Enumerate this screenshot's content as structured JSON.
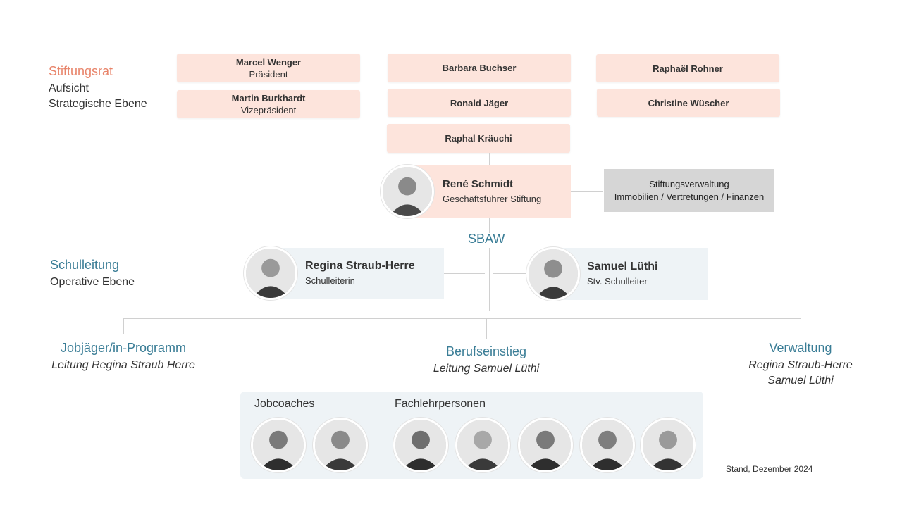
{
  "stiftungsrat": {
    "title": "Stiftungsrat",
    "sub1": "Aufsicht",
    "sub2": "Strategische Ebene",
    "title_color": "#e8846a"
  },
  "board": [
    {
      "name": "Marcel Wenger",
      "role": "Präsident"
    },
    {
      "name": "Martin Burkhardt",
      "role": "Vizepräsident"
    },
    {
      "name": "Barbara Buchser"
    },
    {
      "name": "Ronald Jäger"
    },
    {
      "name": "Raphal Kräuchi"
    },
    {
      "name": "Raphaël Rohner"
    },
    {
      "name": "Christine Wüscher"
    }
  ],
  "ceo": {
    "name": "René Schmidt",
    "role": "Geschäftsführer Stiftung"
  },
  "admin_box": {
    "line1": "Stiftungsverwaltung",
    "line2": "Immobilien / Vertretungen / Finanzen"
  },
  "sbaw": "SBAW",
  "schulleitung": {
    "title": "Schulleitung",
    "sub": "Operative Ebene",
    "title_color": "#3a7d96"
  },
  "heads": [
    {
      "name": "Regina Straub-Herre",
      "role": "Schulleiterin"
    },
    {
      "name": "Samuel Lüthi",
      "role": "Stv. Schulleiter"
    }
  ],
  "branches": [
    {
      "title": "Jobjäger/in-Programm",
      "lead": [
        "Leitung Regina Straub Herre"
      ]
    },
    {
      "title": "Berufseinstieg",
      "lead": [
        "Leitung Samuel Lüthi"
      ]
    },
    {
      "title": "Verwaltung",
      "lead": [
        "Regina Straub-Herre",
        "Samuel Lüthi"
      ]
    }
  ],
  "team": {
    "group1": "Jobcoaches",
    "group2": "Fachlehrpersonen"
  },
  "footer": {
    "stand": "Stand, Dezember 2024"
  },
  "colors": {
    "pink_box": "#fde4dc",
    "light_card": "#eef3f6",
    "teal": "#3a7d96",
    "gray_box": "#d6d6d6"
  }
}
